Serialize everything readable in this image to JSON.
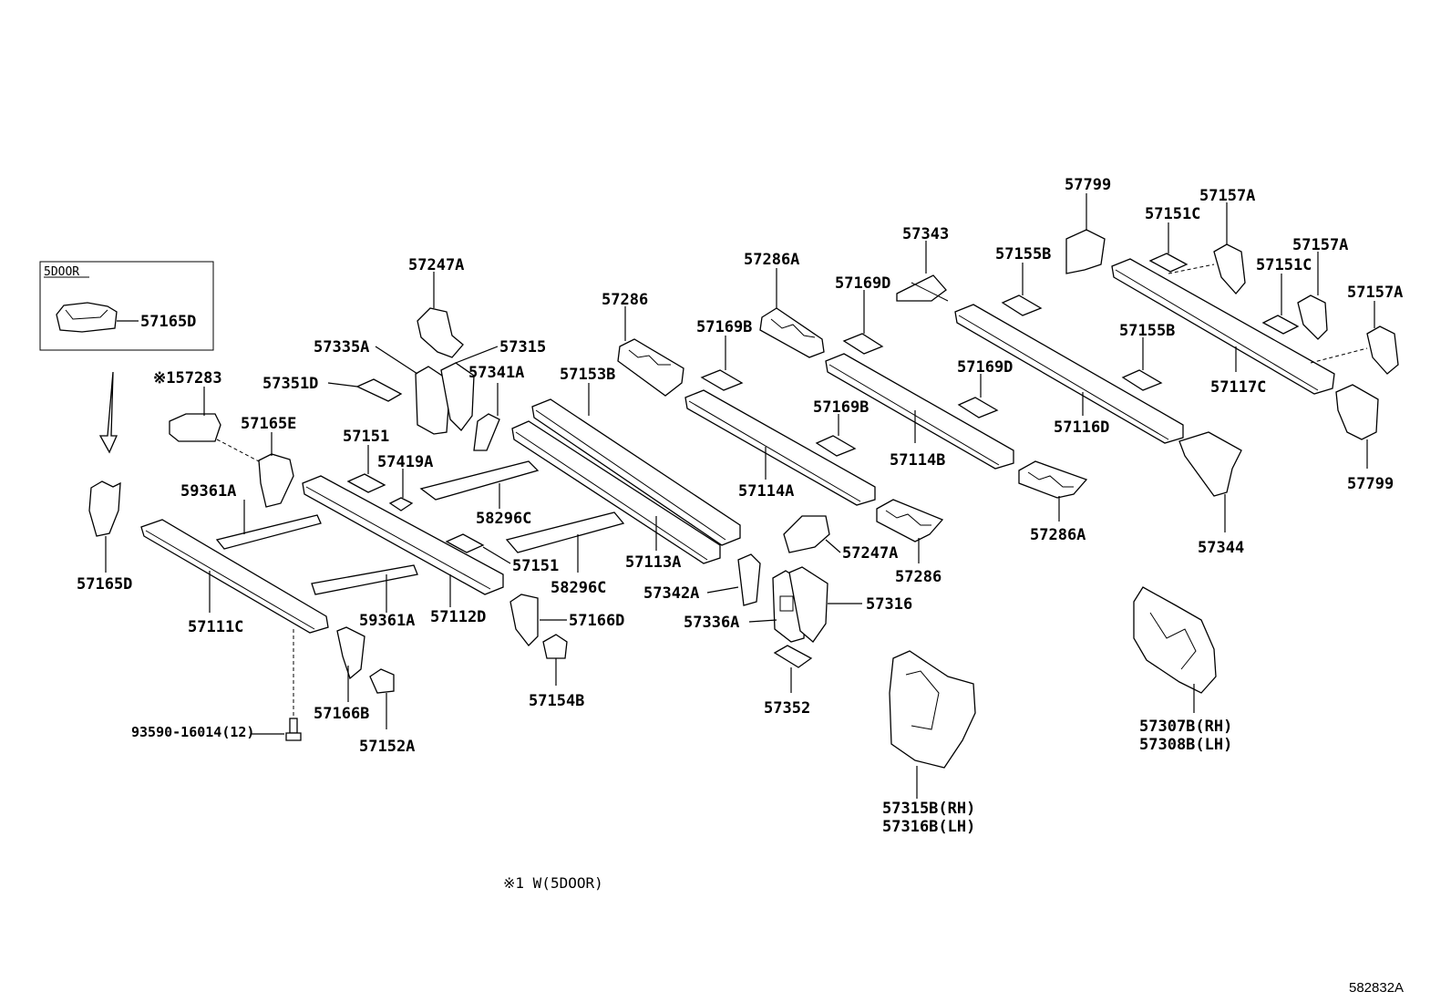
{
  "inset": {
    "title": "5DOOR",
    "part_label": "57165D"
  },
  "labels": {
    "p57247A_top": "57247A",
    "p57335A": "57335A",
    "p57315": "57315",
    "p57351D": "57351D",
    "p57341A": "57341A",
    "p57283": "※157283",
    "p57165E": "57165E",
    "p57151_top": "57151",
    "p57419A": "57419A",
    "p59361A_top": "59361A",
    "p58296C_top": "58296C",
    "p57151_bot": "57151",
    "p58296C_bot": "58296C",
    "p57165D": "57165D",
    "p57111C": "57111C",
    "p59361A_bot": "59361A",
    "p57112D": "57112D",
    "p57166D": "57166D",
    "p57166B": "57166B",
    "p57152A": "57152A",
    "p57154B": "57154B",
    "p93590": "93590-16014(12)",
    "p57286_top": "57286",
    "p57153B": "57153B",
    "p57113A": "57113A",
    "p57286A_top": "57286A",
    "p57169B_top": "57169B",
    "p57169D_top": "57169D",
    "p57343": "57343",
    "p57114A": "57114A",
    "p57169B_bot": "57169B",
    "p57114B": "57114B",
    "p57169D_bot": "57169D",
    "p57247A_bot": "57247A",
    "p57286_bot": "57286",
    "p57342A": "57342A",
    "p57336A": "57336A",
    "p57316": "57316",
    "p57352": "57352",
    "p57315B": "57315B(RH)",
    "p57316B": "57316B(LH)",
    "p57286A_bot": "57286A",
    "p57799_top": "57799",
    "p57155B_top": "57155B",
    "p57116D": "57116D",
    "p57155B_bot": "57155B",
    "p57151C_top": "57151C",
    "p57157A_1": "57157A",
    "p57157A_2": "57157A",
    "p57151C_mid": "57151C",
    "p57157A_3": "57157A",
    "p57117C": "57117C",
    "p57799_bot": "57799",
    "p57344": "57344",
    "p57307B": "57307B(RH)",
    "p57308B": "57308B(LH)"
  },
  "footnote": "※1  W(5DOOR)",
  "diagram_code": "582832A"
}
